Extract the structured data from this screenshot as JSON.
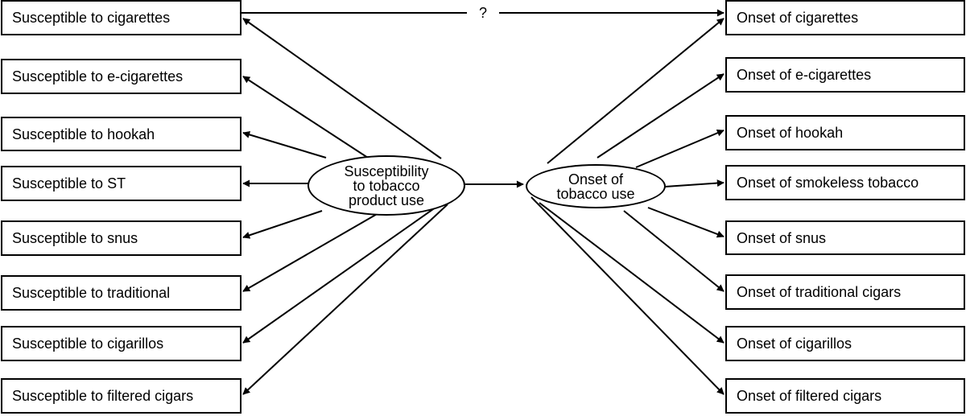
{
  "diagram": {
    "latent_left": "Susceptibility\nto tobacco\nproduct use",
    "latent_right": "Onset of\ntobacco use",
    "question_mark": "?",
    "left_boxes": [
      "Susceptible to cigarettes",
      "Susceptible to e-cigarettes",
      "Susceptible to hookah",
      "Susceptible to ST",
      "Susceptible to snus",
      "Susceptible to traditional",
      "Susceptible to cigarillos",
      "Susceptible to filtered cigars"
    ],
    "right_boxes": [
      "Onset of cigarettes",
      "Onset of e-cigarettes",
      "Onset of hookah",
      "Onset of smokeless tobacco",
      "Onset of snus",
      "Onset of traditional cigars",
      "Onset of cigarillos",
      "Onset of filtered cigars"
    ],
    "line_color": "#000000"
  }
}
